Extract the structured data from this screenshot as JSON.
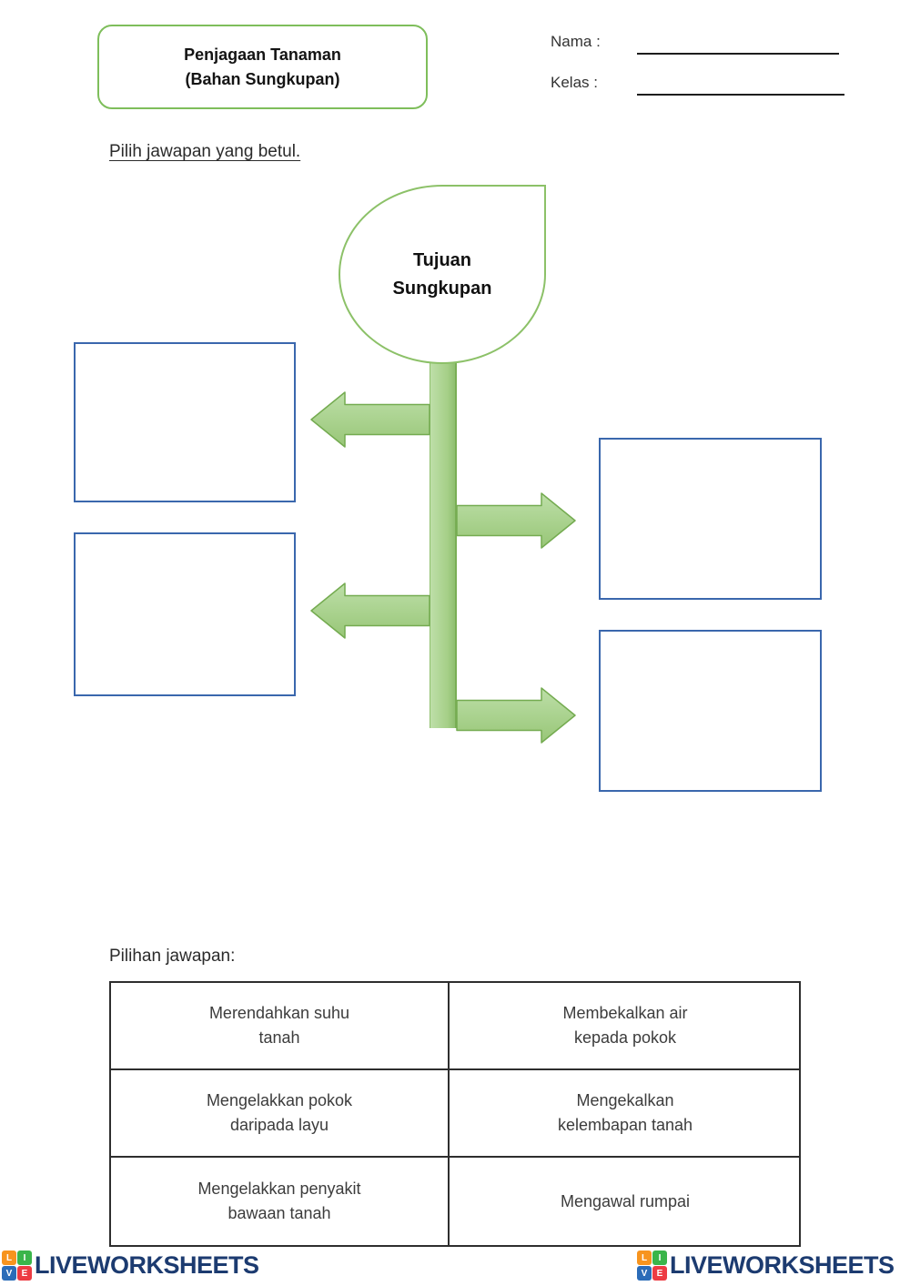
{
  "header": {
    "title": "Penjagaan Tanaman\n(Bahan Sungkupan)",
    "name_label": "Nama :",
    "class_label": "Kelas :"
  },
  "instruction": "Pilih jawapan yang betul.",
  "diagram": {
    "center_label": "Tujuan\nSungkupan",
    "empty_answer_boxes": 4
  },
  "options": {
    "label": "Pilihan jawapan:",
    "rows": [
      [
        "Merendahkan suhu\ntanah",
        "Membekalkan air\nkepada pokok"
      ],
      [
        "Mengelakkan pokok\ndaripada layu",
        "Mengekalkan\nkelembapan tanah"
      ],
      [
        "Mengelakkan penyakit\nbawaan tanah",
        "Mengawal rumpai"
      ]
    ]
  },
  "footer": {
    "brand": "LIVEWORKSHEETS",
    "logo_letters": [
      "L",
      "I",
      "V",
      "E"
    ]
  },
  "colors": {
    "accent_green": "#70AD47",
    "light_green_fill": "#A9D18E",
    "teardrop_border": "#8CC168",
    "box_border_blue": "#3A67AD",
    "table_border": "#2E2E2E",
    "brand_navy": "#1C3B70",
    "logo_orange": "#F7941E",
    "logo_green": "#3AB54A",
    "logo_blue": "#2B6CB8",
    "logo_red": "#ED3B43"
  }
}
